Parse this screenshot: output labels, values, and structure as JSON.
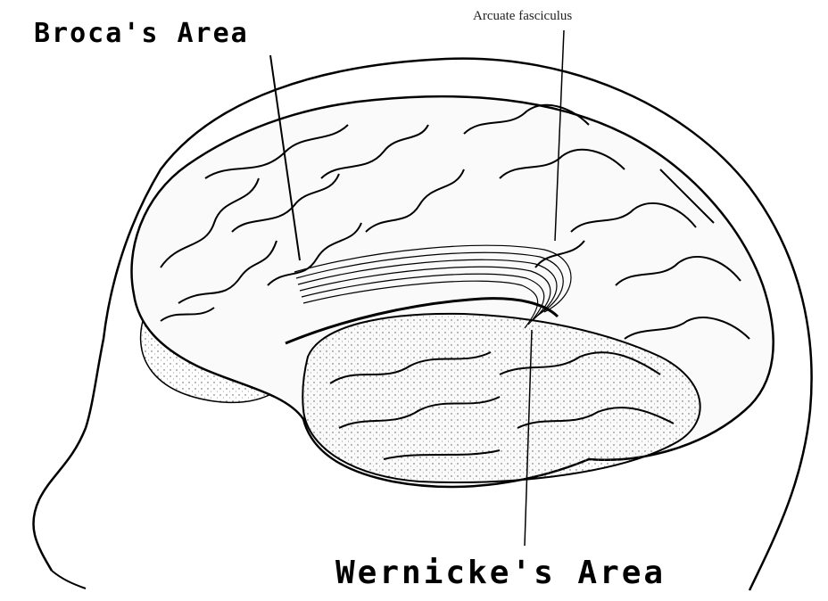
{
  "labels": {
    "broca": "Broca's Area",
    "arcuate": "Arcuate fasciculus",
    "wernicke": "Wernicke's Area"
  },
  "colors": {
    "ink": "#000000",
    "background": "#ffffff",
    "shade": "#dcdcdc"
  }
}
